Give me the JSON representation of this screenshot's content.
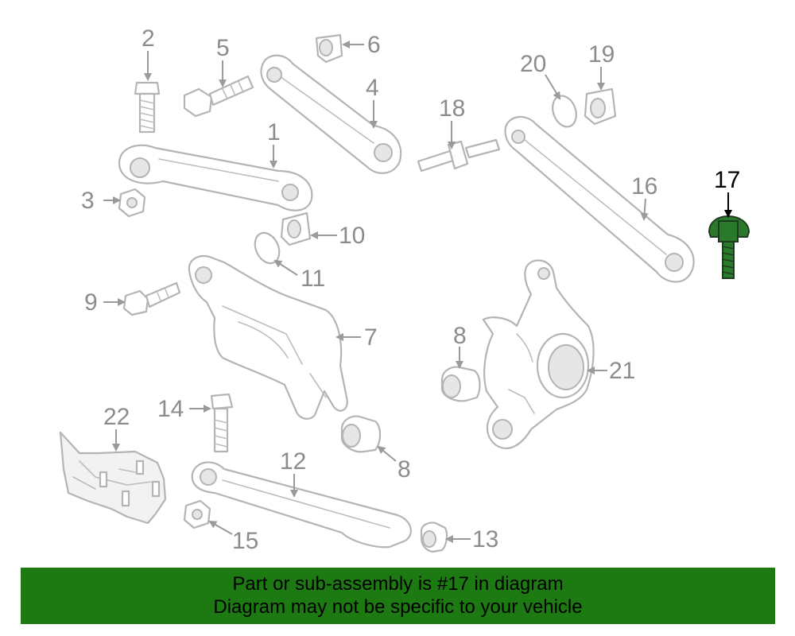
{
  "colors": {
    "highlight": "#2b7a2b",
    "banner_bg": "#1d7a12"
  },
  "labels": {
    "l1": "1",
    "l2": "2",
    "l3": "3",
    "l4": "4",
    "l5": "5",
    "l6": "6",
    "l7": "7",
    "l8a": "8",
    "l8b": "8",
    "l9": "9",
    "l10": "10",
    "l11": "11",
    "l12": "12",
    "l13": "13",
    "l14": "14",
    "l15": "15",
    "l16": "16",
    "l17": "17",
    "l18": "18",
    "l19": "19",
    "l20": "20",
    "l21": "21",
    "l22": "22"
  },
  "banner": {
    "line1": "Part or sub-assembly is #17 in diagram",
    "line2": "Diagram may not be specific to your vehicle"
  }
}
